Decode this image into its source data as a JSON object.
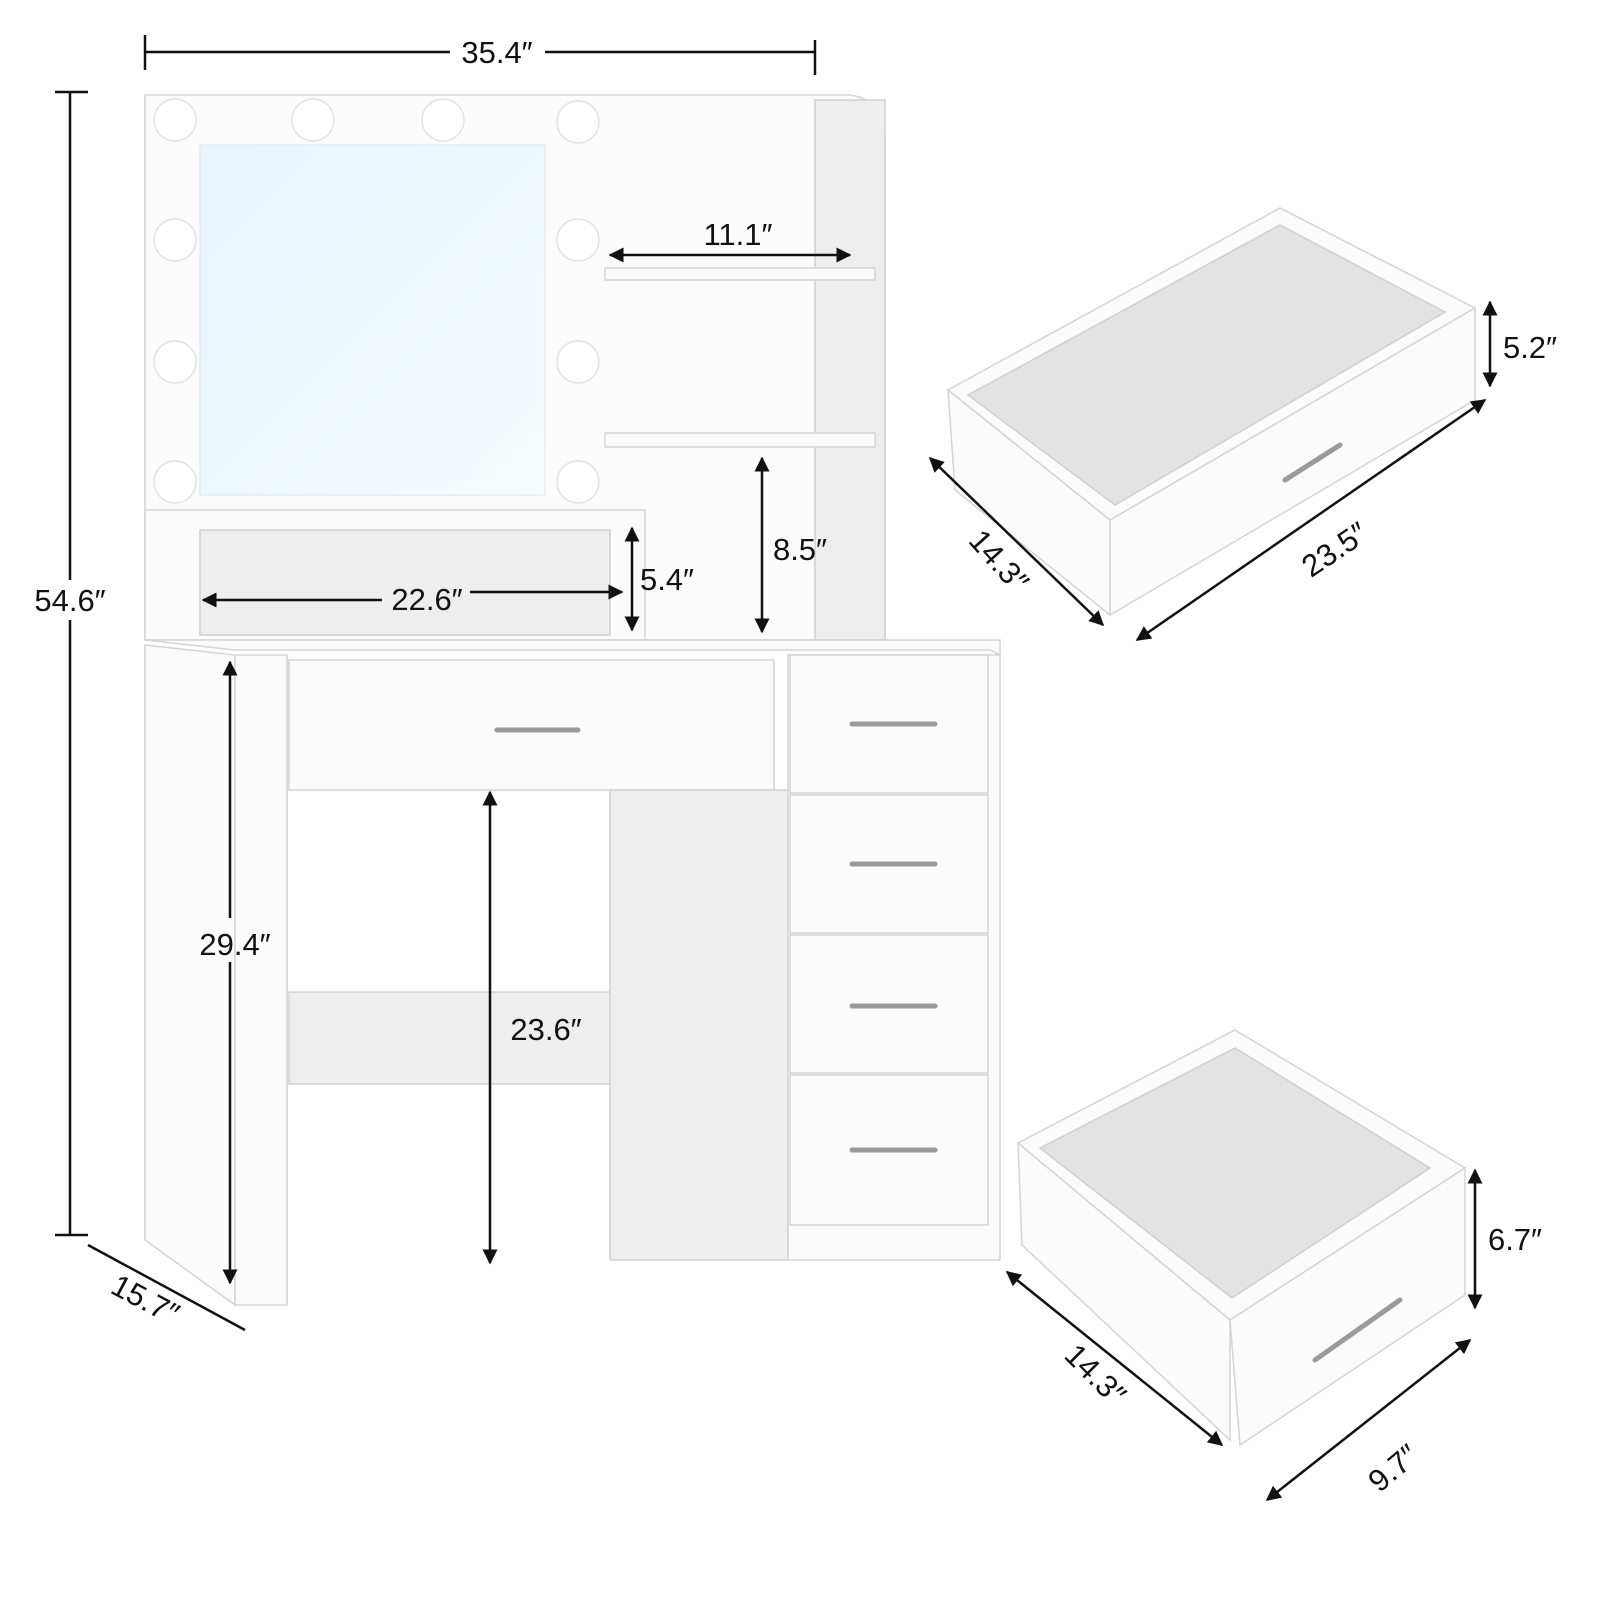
{
  "vanity": {
    "width": "35.4″",
    "height": "54.6″",
    "depth": "15.7″",
    "shelf_width": "11.1″",
    "shelf_spacing": "8.5″",
    "cubby_height": "5.4″",
    "cubby_width": "22.6″",
    "desk_height": "29.4″",
    "knee_clearance": "23.6″"
  },
  "large_drawer": {
    "height": "5.2″",
    "width": "23.5″",
    "depth": "14.3″"
  },
  "small_drawer": {
    "height": "6.7″",
    "width": "9.7″",
    "depth": "14.3″"
  }
}
